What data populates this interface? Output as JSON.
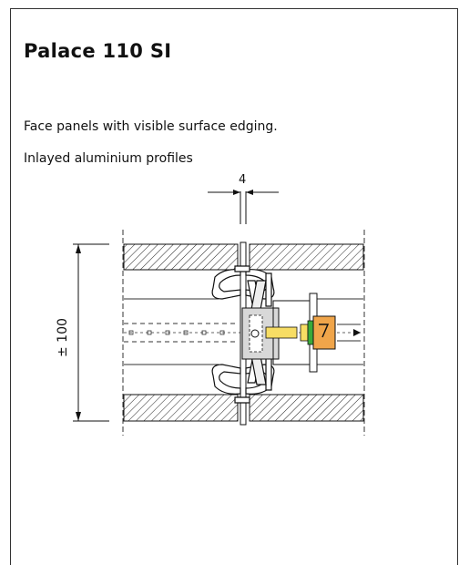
{
  "title": "Palace 110 SI",
  "description": [
    "Face panels with visible surface edging.",
    "Inlayed aluminium profiles"
  ],
  "drawing": {
    "dimension_gap": "4",
    "dimension_height": "± 100"
  },
  "colors": {
    "line": "#111111",
    "gap_dim": "#111111",
    "bolt_orange": "#f0a54a",
    "bolt_yellow": "#f7dd64",
    "washer_green": "#3aaa3a",
    "core_grey": "#d8d8d8"
  }
}
